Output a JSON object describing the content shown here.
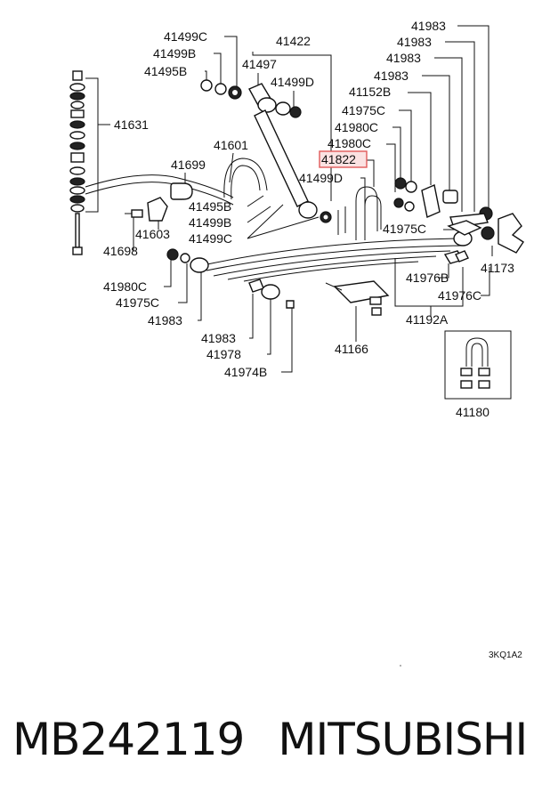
{
  "labels": {
    "p41983_a": "41983",
    "p41983_b": "41983",
    "p41983_c": "41983",
    "p41983_d": "41983",
    "p41499C_top": "41499C",
    "p41422": "41422",
    "p41499B_top": "41499B",
    "p41497": "41497",
    "p41495B_top": "41495B",
    "p41499D_top": "41499D",
    "p41152B": "41152B",
    "p41631": "41631",
    "p41975C_top": "41975C",
    "p41980C_top1": "41980C",
    "p41601": "41601",
    "p41980C_top2": "41980C",
    "p41822": "41822",
    "p41699": "41699",
    "p41499D_mid": "41499D",
    "p41495B_mid": "41495B",
    "p41499B_mid": "41499B",
    "p41603": "41603",
    "p41499C_mid": "41499C",
    "p41975C_right": "41975C",
    "p41698": "41698",
    "p41173": "41173",
    "p41976B": "41976B",
    "p41980C_low": "41980C",
    "p41976C": "41976C",
    "p41975C_low": "41975C",
    "p41192A": "41192A",
    "p41983_low1": "41983",
    "p41166": "41166",
    "p41983_low2": "41983",
    "p41978": "41978",
    "p41974B": "41974B",
    "p41180": "41180"
  },
  "highlight_color": "#e05a5a",
  "diagram_code": "3KQ1A2",
  "footer": {
    "part_number": "MB242119",
    "brand": "MITSUBISHI"
  }
}
